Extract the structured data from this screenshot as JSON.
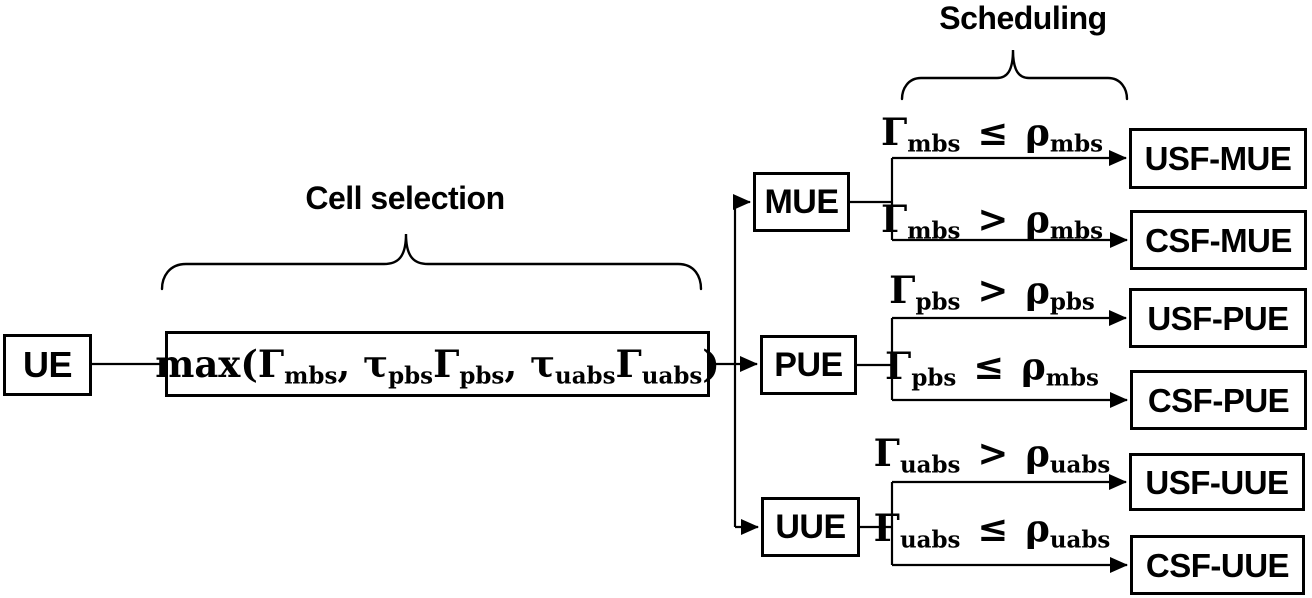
{
  "labels": {
    "cell_selection": "Cell selection",
    "scheduling": "Scheduling"
  },
  "nodes": {
    "ue": "UE",
    "mue": "MUE",
    "pue": "PUE",
    "uue": "UUE",
    "usf_mue": "USF-MUE",
    "csf_mue": "CSF-MUE",
    "usf_pue": "USF-PUE",
    "csf_pue": "CSF-PUE",
    "usf_uue": "USF-UUE",
    "csf_uue": "CSF-UUE"
  },
  "expression": {
    "segments": [
      {
        "text": "max(Γ"
      },
      {
        "sub": "mbs"
      },
      {
        "text": ", τ"
      },
      {
        "sub": "pbs"
      },
      {
        "text": "Γ"
      },
      {
        "sub": "pbs"
      },
      {
        "text": ", τ"
      },
      {
        "sub": "uabs"
      },
      {
        "text": "Γ"
      },
      {
        "sub": "uabs"
      },
      {
        "text": ")"
      }
    ]
  },
  "conditions": [
    {
      "branch": "mue-usf",
      "lhs": "Γ",
      "lhs_sub": "mbs",
      "op": "≤",
      "rhs": "ρ",
      "rhs_sub": "mbs"
    },
    {
      "branch": "mue-csf",
      "lhs": "Γ",
      "lhs_sub": "mbs",
      "op": ">",
      "rhs": "ρ",
      "rhs_sub": "mbs"
    },
    {
      "branch": "pue-usf",
      "lhs": "Γ",
      "lhs_sub": "pbs",
      "op": ">",
      "rhs": "ρ",
      "rhs_sub": "pbs"
    },
    {
      "branch": "pue-csf",
      "lhs": "Γ",
      "lhs_sub": "pbs",
      "op": "≤",
      "rhs": "ρ",
      "rhs_sub": "mbs"
    },
    {
      "branch": "uue-usf",
      "lhs": "Γ",
      "lhs_sub": "uabs",
      "op": ">",
      "rhs": "ρ",
      "rhs_sub": "uabs"
    },
    {
      "branch": "uue-csf",
      "lhs": "Γ",
      "lhs_sub": "uabs",
      "op": "≤",
      "rhs": "ρ",
      "rhs_sub": "uabs"
    }
  ],
  "colors": {
    "line": "#000000",
    "text": "#000000",
    "background": "#ffffff"
  }
}
